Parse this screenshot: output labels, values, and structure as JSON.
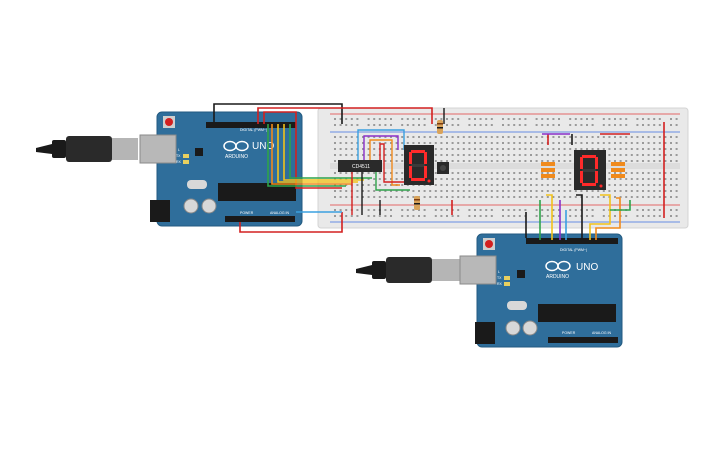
{
  "boards": {
    "left": {
      "brand": "ARDUINO",
      "model": "UNO",
      "label_digital": "DIGITAL (PWM~)",
      "label_power": "POWER",
      "label_analog": "ANALOG IN",
      "label_tx": "TX",
      "label_rx": "RX",
      "label_l": "L"
    },
    "right": {
      "brand": "ARDUINO",
      "model": "UNO",
      "label_digital": "DIGITAL (PWM~)",
      "label_power": "POWER",
      "label_analog": "ANALOG IN",
      "label_tx": "TX",
      "label_rx": "RX",
      "label_l": "L"
    }
  },
  "chip": {
    "label": "CD4511"
  },
  "displays": {
    "left_digit": "0",
    "right_digit": "0"
  },
  "colors": {
    "board_blue": "#2f6e9b",
    "board_edge": "#235a80",
    "breadboard": "#e9e9e9",
    "wire_red": "#d32020",
    "wire_black": "#1a1a1a",
    "wire_green": "#2ea34a",
    "wire_yellow": "#f2c21a",
    "wire_orange": "#f08a1c",
    "wire_purple": "#8a2fc9",
    "wire_blue": "#3aa0e0",
    "display_body": "#2a2a2a",
    "segment_on": "#ff2a2a"
  },
  "icons": [
    "usb-cable-icon",
    "reset-button-icon",
    "pushbutton-icon",
    "resistor-icon",
    "arduino-logo-icon"
  ]
}
